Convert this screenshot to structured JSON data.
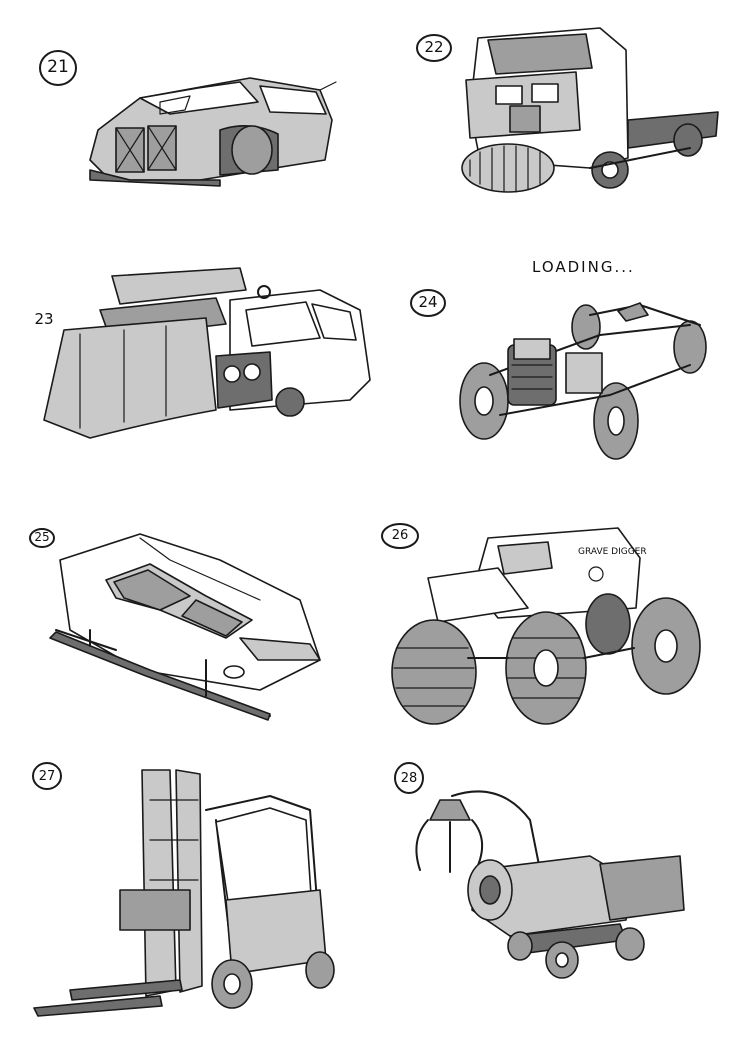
{
  "sheet": {
    "loading_text": "LOADING...",
    "items": [
      {
        "number": "21",
        "subject": "armored-car-icon"
      },
      {
        "number": "22",
        "subject": "roller-truck-icon"
      },
      {
        "number": "23",
        "subject": "plow-van-icon"
      },
      {
        "number": "24",
        "subject": "buggy-chassis-icon"
      },
      {
        "number": "25",
        "subject": "ski-car-icon"
      },
      {
        "number": "26",
        "subject": "monster-truck-icon"
      },
      {
        "number": "27",
        "subject": "forklift-icon"
      },
      {
        "number": "28",
        "subject": "claw-vehicle-icon"
      }
    ],
    "truck_lettering": "GRAVE DIGGER"
  },
  "colors": {
    "ink": "#1a1a1a",
    "light_gray": "#c9c9c9",
    "mid_gray": "#9e9e9e",
    "dark_gray": "#6e6e6e",
    "paper": "#ffffff"
  }
}
